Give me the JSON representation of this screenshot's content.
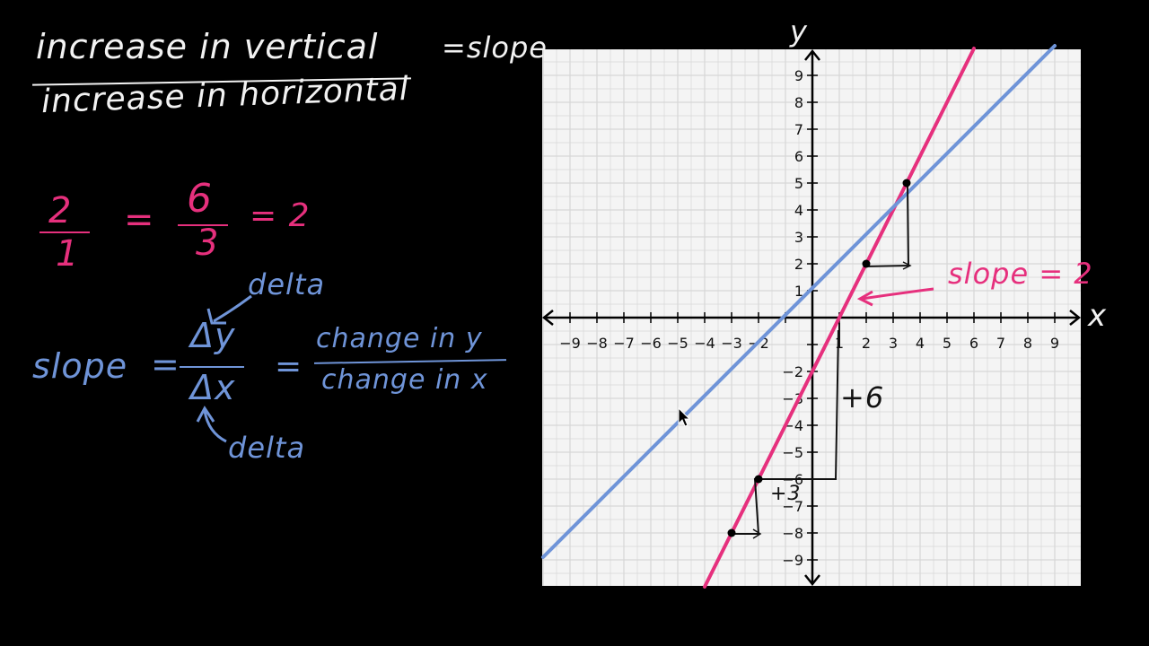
{
  "definition": {
    "numerator": "increase in vertical",
    "denominator": "increase in horizontal",
    "equals_label": "=slope"
  },
  "ratio": {
    "first_num": "2",
    "first_den": "1",
    "eq1": "=",
    "second_num": "6",
    "second_den": "3",
    "result": "= 2"
  },
  "slope_formula": {
    "slope_word": "slope",
    "eq": "=",
    "delta_y": "Δy",
    "delta_x": "Δx",
    "eq2": "=",
    "change_y": "change in y",
    "change_x": "change in x",
    "delta_top": "delta",
    "delta_bottom": "delta"
  },
  "graph": {
    "x_axis_label": "x",
    "y_axis_label": "y",
    "x_ticks": [
      "-9",
      "-8",
      "-7",
      "-6",
      "-5",
      "-4",
      "-3",
      "-2",
      "1",
      "2",
      "3",
      "4",
      "5",
      "6",
      "7",
      "8",
      "9"
    ],
    "x_tick_values": [
      -9,
      -8,
      -7,
      -6,
      -5,
      -4,
      -3,
      -2,
      1,
      2,
      3,
      4,
      5,
      6,
      7,
      8,
      9
    ],
    "y_ticks": [
      "9",
      "8",
      "7",
      "6",
      "5",
      "4",
      "3",
      "2",
      "1",
      "-2",
      "-3",
      "-4",
      "-5",
      "-6",
      "-7",
      "-8",
      "-9"
    ],
    "y_tick_values": [
      9,
      8,
      7,
      6,
      5,
      4,
      3,
      2,
      1,
      -2,
      -3,
      -4,
      -5,
      -6,
      -7,
      -8,
      -9
    ],
    "slope_annotation": "slope = 2",
    "rise_annotation": "+6",
    "run_annotation": "+3",
    "colors": {
      "pink_line": "#e6307d",
      "blue_line": "#6f94d8",
      "grid": "#d7d7d7",
      "paper": "#f4f4f4"
    }
  },
  "chart_data": {
    "type": "line",
    "xlim": [
      -10,
      10
    ],
    "ylim": [
      -10,
      10
    ],
    "grid": true,
    "series": [
      {
        "x": [
          -4,
          6
        ],
        "y": [
          -10,
          10
        ],
        "color": "#e6307d"
      },
      {
        "x": [
          -10,
          9
        ],
        "y": [
          -8.9,
          10.1
        ],
        "color": "#6f94d8"
      }
    ],
    "points": [
      {
        "x": -3,
        "y": -8
      },
      {
        "x": -2,
        "y": -6
      },
      {
        "x": 2,
        "y": 2
      },
      {
        "x": 3.5,
        "y": 5
      }
    ]
  }
}
